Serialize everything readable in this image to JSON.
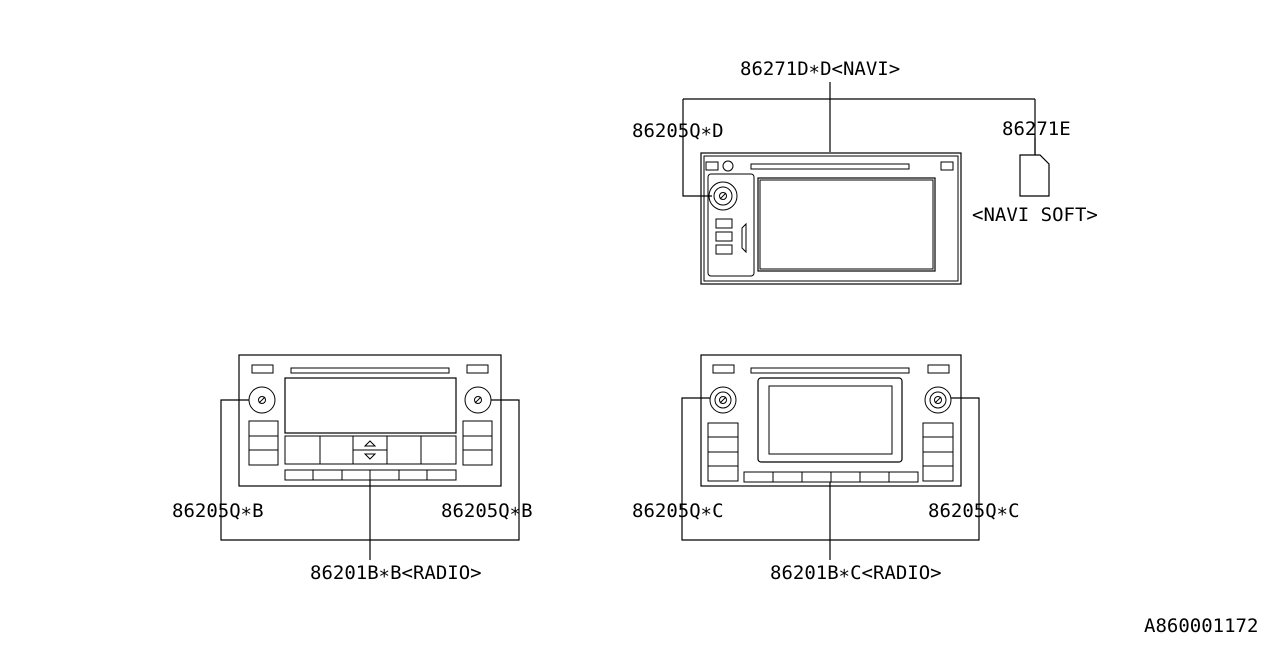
{
  "labels": {
    "navi_unit": "86271D∗D<NAVI>",
    "navi_knob": "86205Q∗D",
    "navi_soft_part": "86271E",
    "navi_soft_desc": "<NAVI SOFT>",
    "radio_b_knob_left": "86205Q∗B",
    "radio_b_knob_right": "86205Q∗B",
    "radio_b_unit": "86201B∗B<RADIO>",
    "radio_c_knob_left": "86205Q∗C",
    "radio_c_knob_right": "86205Q∗C",
    "radio_c_unit": "86201B∗C<RADIO>",
    "figure_id": "A860001172"
  },
  "icons": [
    "sd-card-icon",
    "knob-icon",
    "arrow-up-icon",
    "arrow-down-icon"
  ]
}
